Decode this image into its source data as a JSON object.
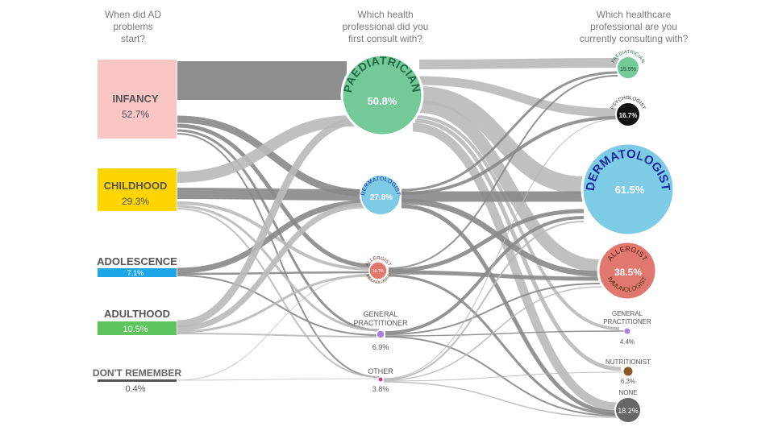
{
  "headers": {
    "col1": [
      "When did AD",
      "problems",
      "start?"
    ],
    "col2": [
      "Which health",
      "professional did you",
      "first consult with?"
    ],
    "col3": [
      "Which healthcare",
      "professional are you",
      "currently consulting with?"
    ]
  },
  "onset": [
    {
      "id": "infancy",
      "label": "INFANCY",
      "pct": "52.7%",
      "value": 52.7,
      "color": "#f9c5c5"
    },
    {
      "id": "childhood",
      "label": "CHILDHOOD",
      "pct": "29.3%",
      "value": 29.3,
      "color": "#ffd500"
    },
    {
      "id": "adolescence",
      "label": "ADOLESCENCE",
      "pct": "7.1%",
      "value": 7.1,
      "color": "#1ea7e8"
    },
    {
      "id": "adulthood",
      "label": "ADULTHOOD",
      "pct": "10.5%",
      "value": 10.5,
      "color": "#5dc45e"
    },
    {
      "id": "dont-remember",
      "label": "DON'T REMEMBER",
      "pct": "0.4%",
      "value": 0.4,
      "color": "#555555"
    }
  ],
  "first_consult": [
    {
      "id": "paediatrician",
      "label": "PAEDIATRICIAN",
      "pct": "50.8%",
      "value": 50.8,
      "color": "#74c999"
    },
    {
      "id": "dermatologist",
      "label": "DERMATOLOGIST",
      "pct": "27.8%",
      "value": 27.8,
      "color": "#7ecbe6"
    },
    {
      "id": "allergist",
      "label": "ALLERGIST",
      "label2": "IMMUNOLOGIST",
      "pct": "10.7%",
      "value": 10.7,
      "color": "#e07870"
    },
    {
      "id": "general-practitioner",
      "label": "GENERAL PRACTITIONER",
      "label_lines": [
        "GENERAL",
        "PRACTITIONER"
      ],
      "pct": "6.9%",
      "value": 6.9,
      "color": "#a97fe0"
    },
    {
      "id": "other",
      "label": "OTHER",
      "pct": "3.8%",
      "value": 3.8,
      "color": "#d6338a"
    }
  ],
  "current": [
    {
      "id": "paediatrician",
      "label": "PAEDIATRICIAN",
      "pct": "15.5%",
      "value": 15.5,
      "color": "#74c999"
    },
    {
      "id": "psychologist",
      "label": "PSYCHOLOGIST",
      "pct": "16.7%",
      "value": 16.7,
      "color": "#111111"
    },
    {
      "id": "dermatologist",
      "label": "DERMATOLOGIST",
      "pct": "61.5%",
      "value": 61.5,
      "color": "#7ecbe6"
    },
    {
      "id": "allergist",
      "label": "ALLERGIST",
      "label2": "IMMUNOLOGIST",
      "pct": "38.5%",
      "value": 38.5,
      "color": "#e07870"
    },
    {
      "id": "general-practitioner",
      "label": "GENERAL PRACTITIONER",
      "label_lines": [
        "GENERAL",
        "PRACTITIONER"
      ],
      "pct": "4.4%",
      "value": 4.4,
      "color": "#a97fe0"
    },
    {
      "id": "nutritionist",
      "label": "NUTRITIONIST",
      "pct": "6.3%",
      "value": 6.3,
      "color": "#8a5a2b"
    },
    {
      "id": "none",
      "label": "NONE",
      "pct": "18.2%",
      "value": 18.2,
      "color": "#666666"
    }
  ],
  "colors": {
    "dark_flow": "#888888",
    "light_flow": "#b9b9b9",
    "header_text": "#7a7a7a"
  }
}
